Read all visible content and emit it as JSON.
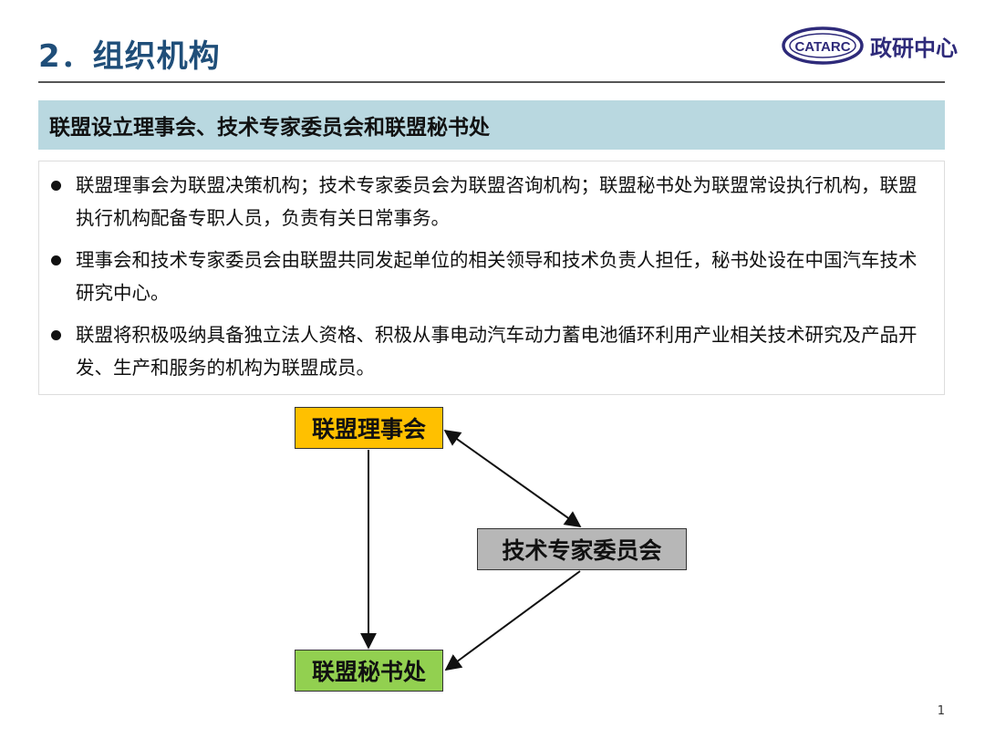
{
  "header": {
    "title": "2．组织机构",
    "logo_text": "政研中心"
  },
  "banner": {
    "text": "联盟设立理事会、技术专家委员会和联盟秘书处"
  },
  "bullets": [
    "联盟理事会为联盟决策机构；技术专家委员会为联盟咨询机构；联盟秘书处为联盟常设执行机构，联盟执行机构配备专职人员，负责有关日常事务。",
    "理事会和技术专家委员会由联盟共同发起单位的相关领导和技术负责人担任，秘书处设在中国汽车技术研究中心。",
    "联盟将积极吸纳具备独立法人资格、积极从事电动汽车动力蓄电池循环利用产业相关技术研究及产品开发、生产和服务的机构为联盟成员。"
  ],
  "org_chart": {
    "council": "联盟理事会",
    "experts": "技术专家委员会",
    "secretariat": "联盟秘书处"
  },
  "footer": {
    "page_number": "1"
  },
  "colors": {
    "title": "#1f4e79",
    "banner_bg": "#b9d8e0",
    "council_bg": "#ffc000",
    "experts_bg": "#b7b7b7",
    "secretariat_bg": "#92d050",
    "logo": "#2e2a7a"
  }
}
